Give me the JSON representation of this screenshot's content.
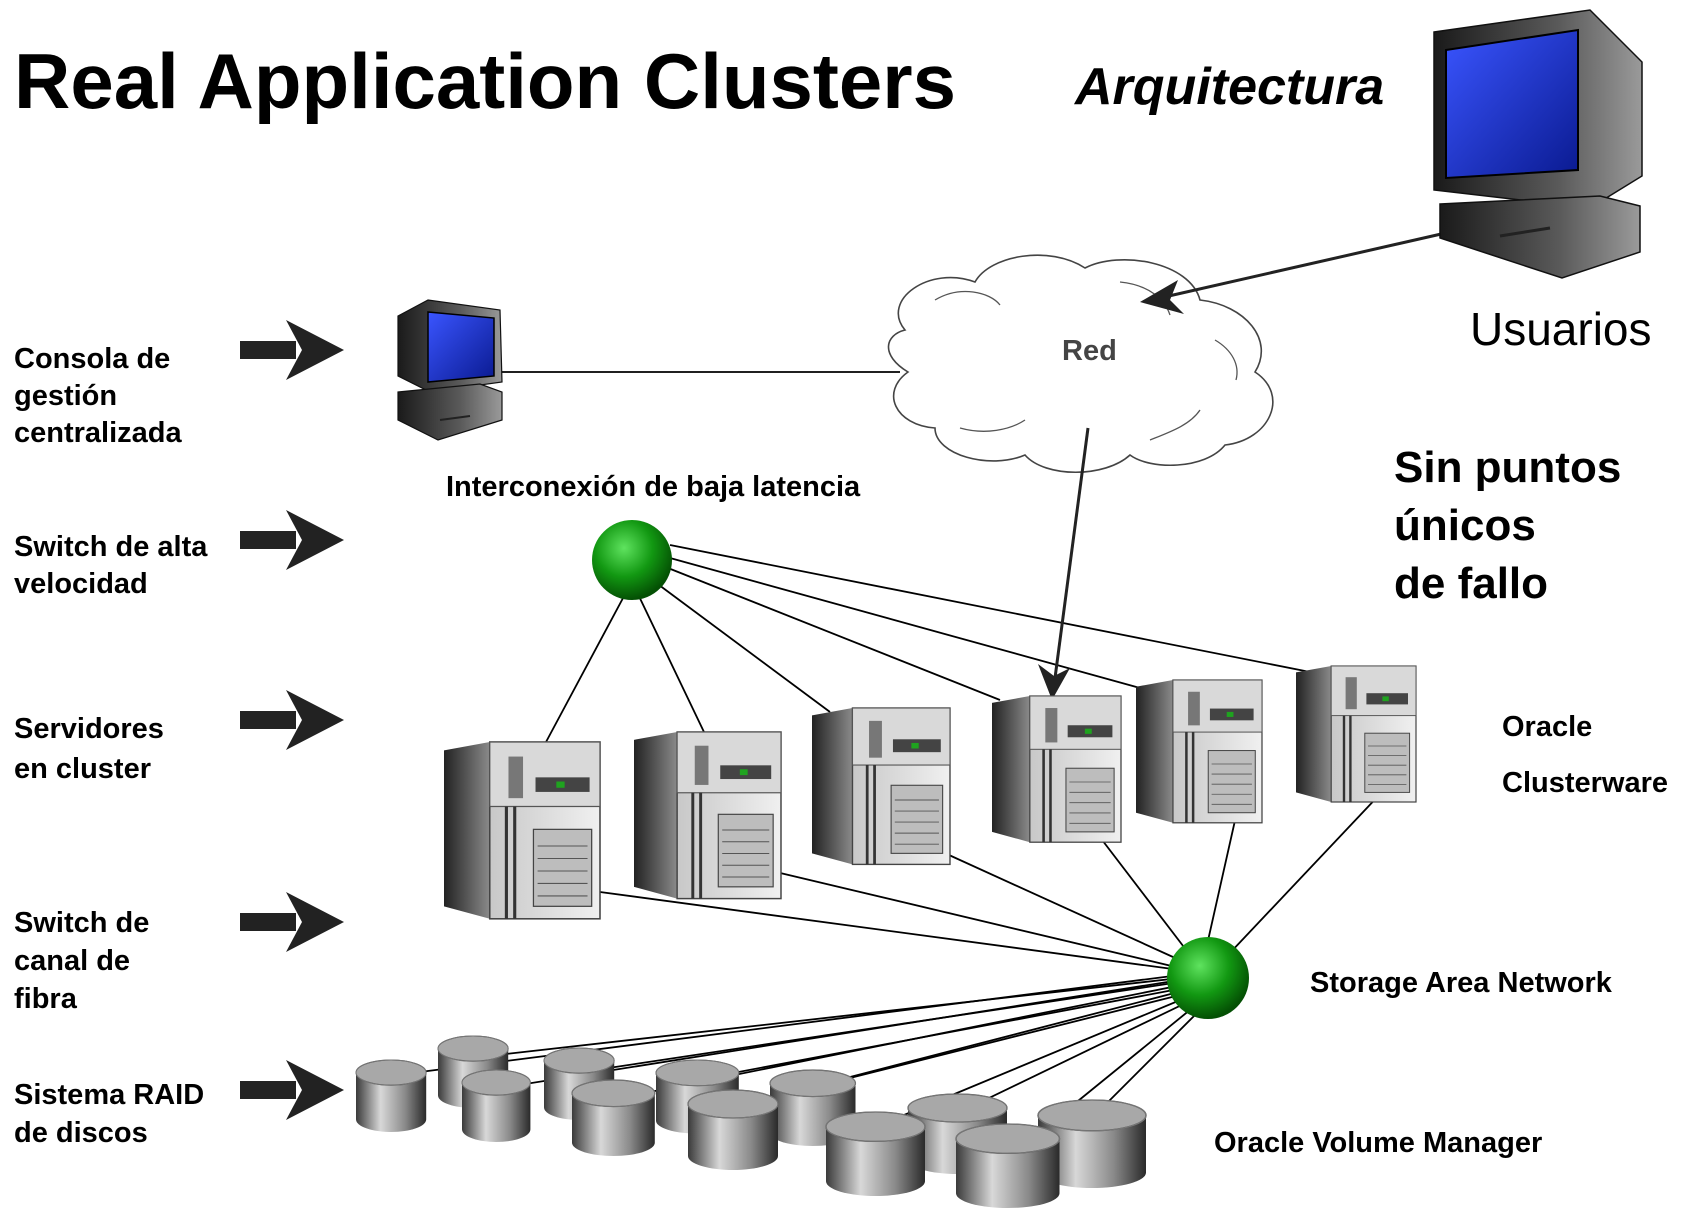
{
  "title": {
    "main": "Real Application Clusters",
    "sub": "Arquitectura"
  },
  "users_label": "Usuarios",
  "network_label": "Red",
  "interconnect_label": "Interconexión de baja latencia",
  "no_spof": [
    "Sin puntos",
    "únicos",
    "de fallo"
  ],
  "left_labels": {
    "console": [
      "Consola de",
      "gestión",
      "centralizada"
    ],
    "switch_high_speed": [
      "Switch de alta",
      "velocidad"
    ],
    "servers": [
      "Servidores",
      "en cluster"
    ],
    "fibre_switch": [
      "Switch de",
      "canal de",
      "fibra"
    ],
    "raid": [
      "Sistema RAID",
      "de discos"
    ]
  },
  "right_labels": {
    "clusterware": [
      "Oracle",
      "Clusterware"
    ],
    "san": "Storage Area Network",
    "volume_manager": "Oracle Volume Manager"
  },
  "colors": {
    "node_green": "#109a10",
    "screen_blue": "#1a2fd0",
    "arrow": "#222222"
  },
  "icons": [
    "monitor-icon",
    "cloud-icon",
    "server-icon",
    "disk-icon",
    "green-node-icon",
    "arrow-icon"
  ]
}
